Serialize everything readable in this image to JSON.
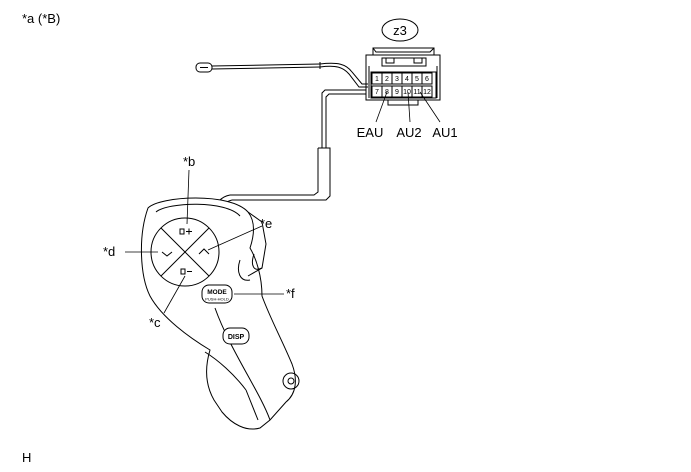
{
  "header": {
    "view_label": "*a (*B)"
  },
  "footer": {
    "code": "H"
  },
  "connector": {
    "name": "z3",
    "pins_top": [
      "1",
      "2",
      "3",
      "4",
      "5",
      "6"
    ],
    "pins_bottom": [
      "7",
      "8",
      "9",
      "10",
      "11",
      "12"
    ],
    "pin_labels": {
      "eau": "EAU",
      "au2": "AU2",
      "au1": "AU1"
    }
  },
  "callouts": {
    "b": "*b",
    "c": "*c",
    "d": "*d",
    "e": "*e",
    "f": "*f"
  },
  "buttons": {
    "mode_line1": "MODE",
    "mode_line2": "PUSH-HOLD",
    "disp": "DISP"
  }
}
